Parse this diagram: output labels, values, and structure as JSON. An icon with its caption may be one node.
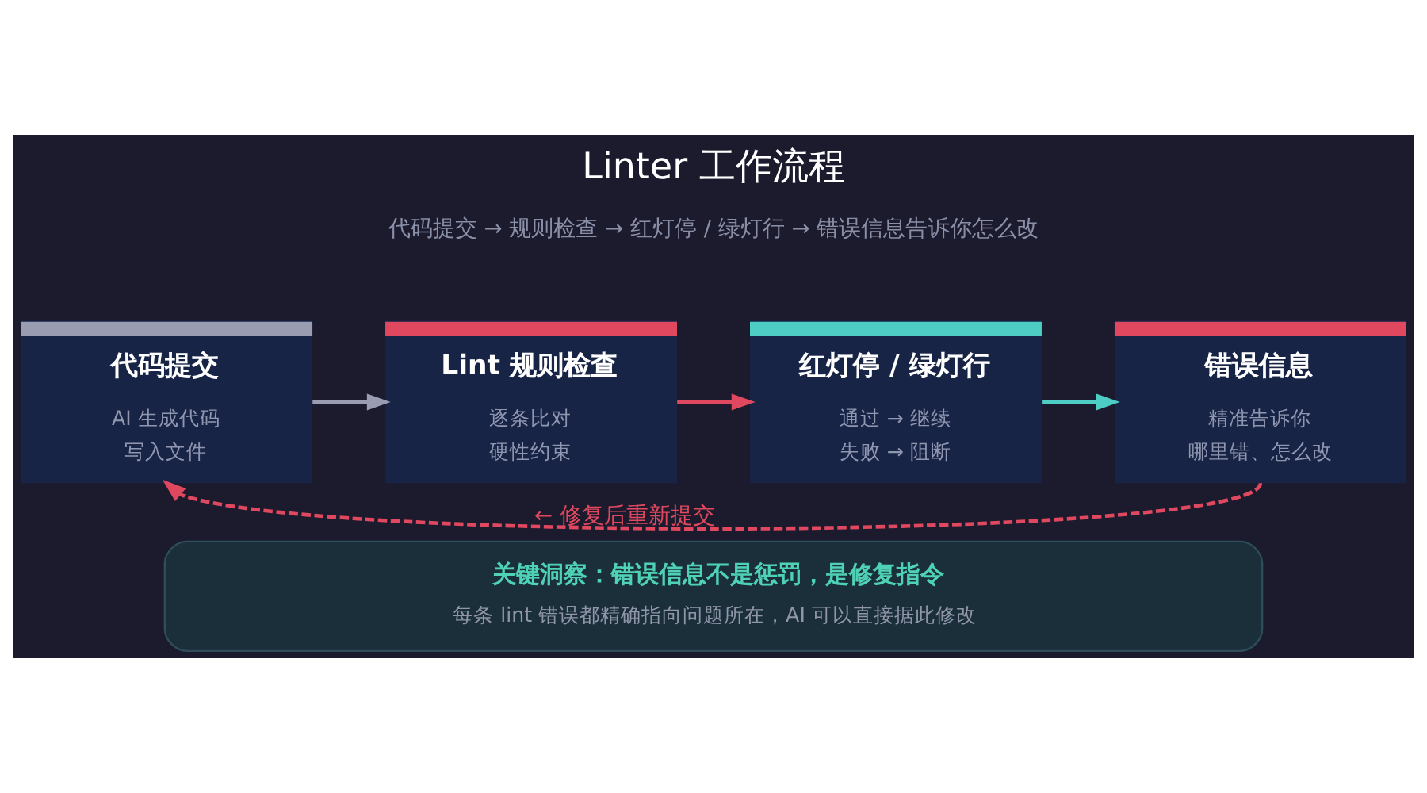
{
  "diagram": {
    "title": "Linter 工作流程",
    "nodes": [
      {
        "text": [
          "代码提交",
          "AI 生成代码",
          "写入文件"
        ]
      },
      {
        "text": [
          "Lint 规则检查",
          "逐条比对",
          "硬性约束"
        ]
      },
      {
        "text": [
          "红灯停 / 绿灯行",
          "通过 → 继续",
          "失败 → 阻断"
        ]
      },
      {
        "text": [
          "错误信息",
          "精准告诉你",
          "哪里错、怎么改"
        ]
      },
      {
        "text": [
          "关键洞察：错误信息不是惩罚，是修复指令",
          "每条 lint 错误都精确指向问题所在，AI 可以直接据此修改"
        ]
      }
    ],
    "edges": [
      {
        "from": 0,
        "to": 1,
        "arrow": "to",
        "color": "#9a9cb2"
      },
      {
        "from": 1,
        "to": 2,
        "arrow": "to",
        "color": "#e0485f"
      },
      {
        "from": 2,
        "to": 3,
        "arrow": "to",
        "color": "#4ecdc4"
      },
      {
        "from": 3,
        "to": 0,
        "arrow": "to",
        "style": "dashed",
        "color": "#e0485f",
        "label": "← 修复后重新提交"
      }
    ],
    "labels": [
      "代码提交 → 规则检查 → 红灯停 / 绿灯行 → 错误信息告诉你怎么改"
    ]
  }
}
